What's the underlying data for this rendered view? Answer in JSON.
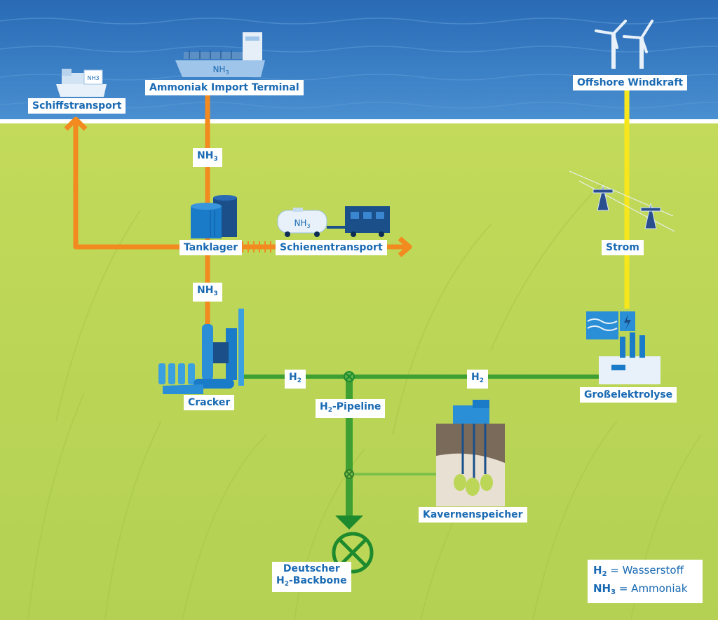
{
  "diagram": {
    "labels": {
      "schiffstransport": "Schiffstransport",
      "import_terminal": "Ammoniak Import Terminal",
      "offshore_wind": "Offshore Windkraft",
      "nh3_top": {
        "base": "NH",
        "sub": "3"
      },
      "tanklager": "Tanklager",
      "schienentransport": "Schienentransport",
      "nh3_mid": {
        "base": "NH",
        "sub": "3"
      },
      "strom": "Strom",
      "cracker": "Cracker",
      "h2_left": {
        "base": "H",
        "sub": "2"
      },
      "h2_right": {
        "base": "H",
        "sub": "2"
      },
      "grosselektrolyse": "Großelektrolyse",
      "h2_pipeline": {
        "base": "H",
        "sub": "2",
        "rest": "-Pipeline"
      },
      "kavernenspeicher": "Kavernenspeicher",
      "backbone_line1": "Deutscher",
      "backbone_line2": {
        "base": "H",
        "sub": "2",
        "rest": "-Backbone"
      }
    },
    "ship_labels": {
      "small": "NH3",
      "large_base": "NH",
      "large_sub": "3",
      "tank_base": "NH",
      "tank_sub": "3"
    },
    "legend": {
      "h2_base": "H",
      "h2_sub": "2",
      "h2_text": " = Wasserstoff",
      "nh3_base": "NH",
      "nh3_sub": "3",
      "nh3_text": " = Ammoniak"
    },
    "colors": {
      "ammonia_flow": "#f28a1f",
      "hydrogen_flow": "#3ea033",
      "power_flow": "#f7e61c",
      "label_text": "#1a6ab3",
      "sea": "#2a6ab5",
      "land": "#bcd657"
    }
  }
}
